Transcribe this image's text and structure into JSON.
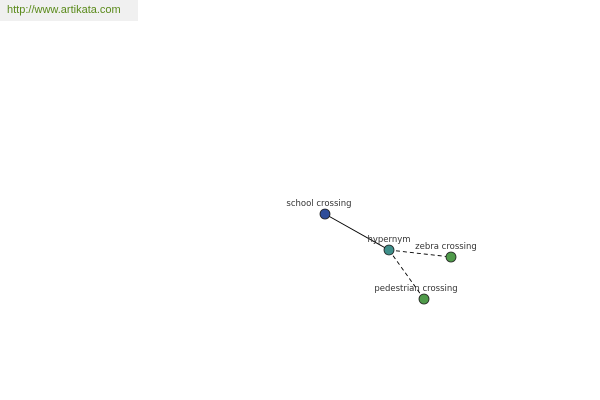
{
  "site": {
    "url": "http://www.artikata.com",
    "url_color": "#5a8a1a"
  },
  "graph": {
    "center": {
      "label": "hypernym",
      "fill": "#3f8f8a"
    },
    "nodes": [
      {
        "id": "school-crossing",
        "label": "school crossing",
        "fill": "#2f4d99",
        "relation": "hypernym"
      },
      {
        "id": "zebra-crossing",
        "label": "zebra crossing",
        "fill": "#4f9a4a",
        "relation": "related"
      },
      {
        "id": "pedestrian-crossing",
        "label": "pedestrian crossing",
        "fill": "#4f9a4a",
        "relation": "related"
      }
    ],
    "edge_colors": {
      "hypernym": "#000000",
      "related": "#000000"
    }
  }
}
